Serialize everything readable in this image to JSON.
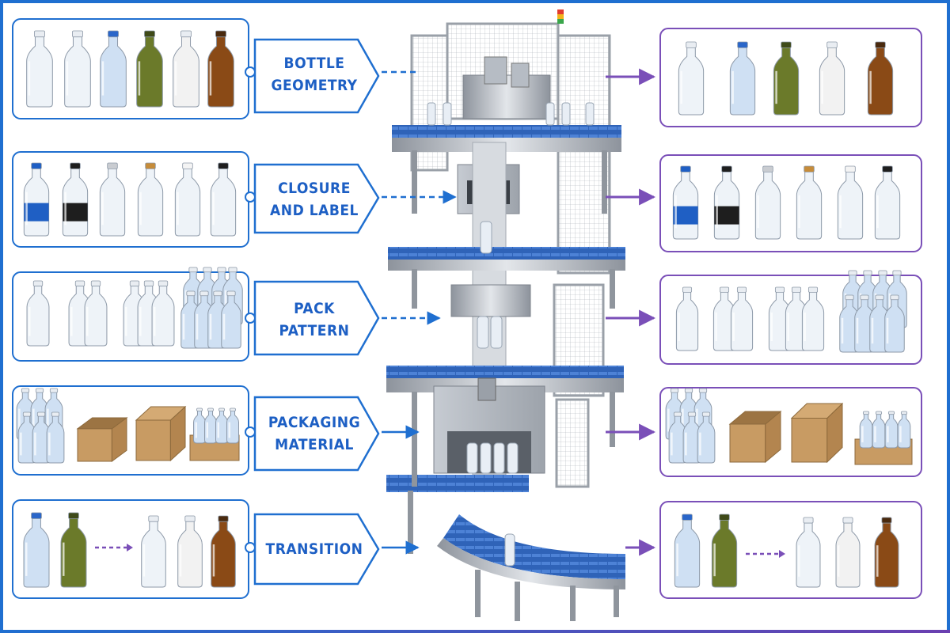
{
  "rows": [
    {
      "label_line1": "BOTTLE",
      "label_line2": "GEOMETRY"
    },
    {
      "label_line1": "CLOSURE",
      "label_line2": "AND LABEL"
    },
    {
      "label_line1": "PACK",
      "label_line2": "PATTERN"
    },
    {
      "label_line1": "PACKAGING",
      "label_line2": "MATERIAL"
    },
    {
      "label_line1": "TRANSITION",
      "label_line2": ""
    }
  ],
  "colors": {
    "input_accent": "#1f6fd0",
    "output_accent": "#7a4fb8",
    "conveyor_belt": "#2f63b8",
    "steel": "#b9bec6",
    "cardboard": "#c89b63"
  }
}
